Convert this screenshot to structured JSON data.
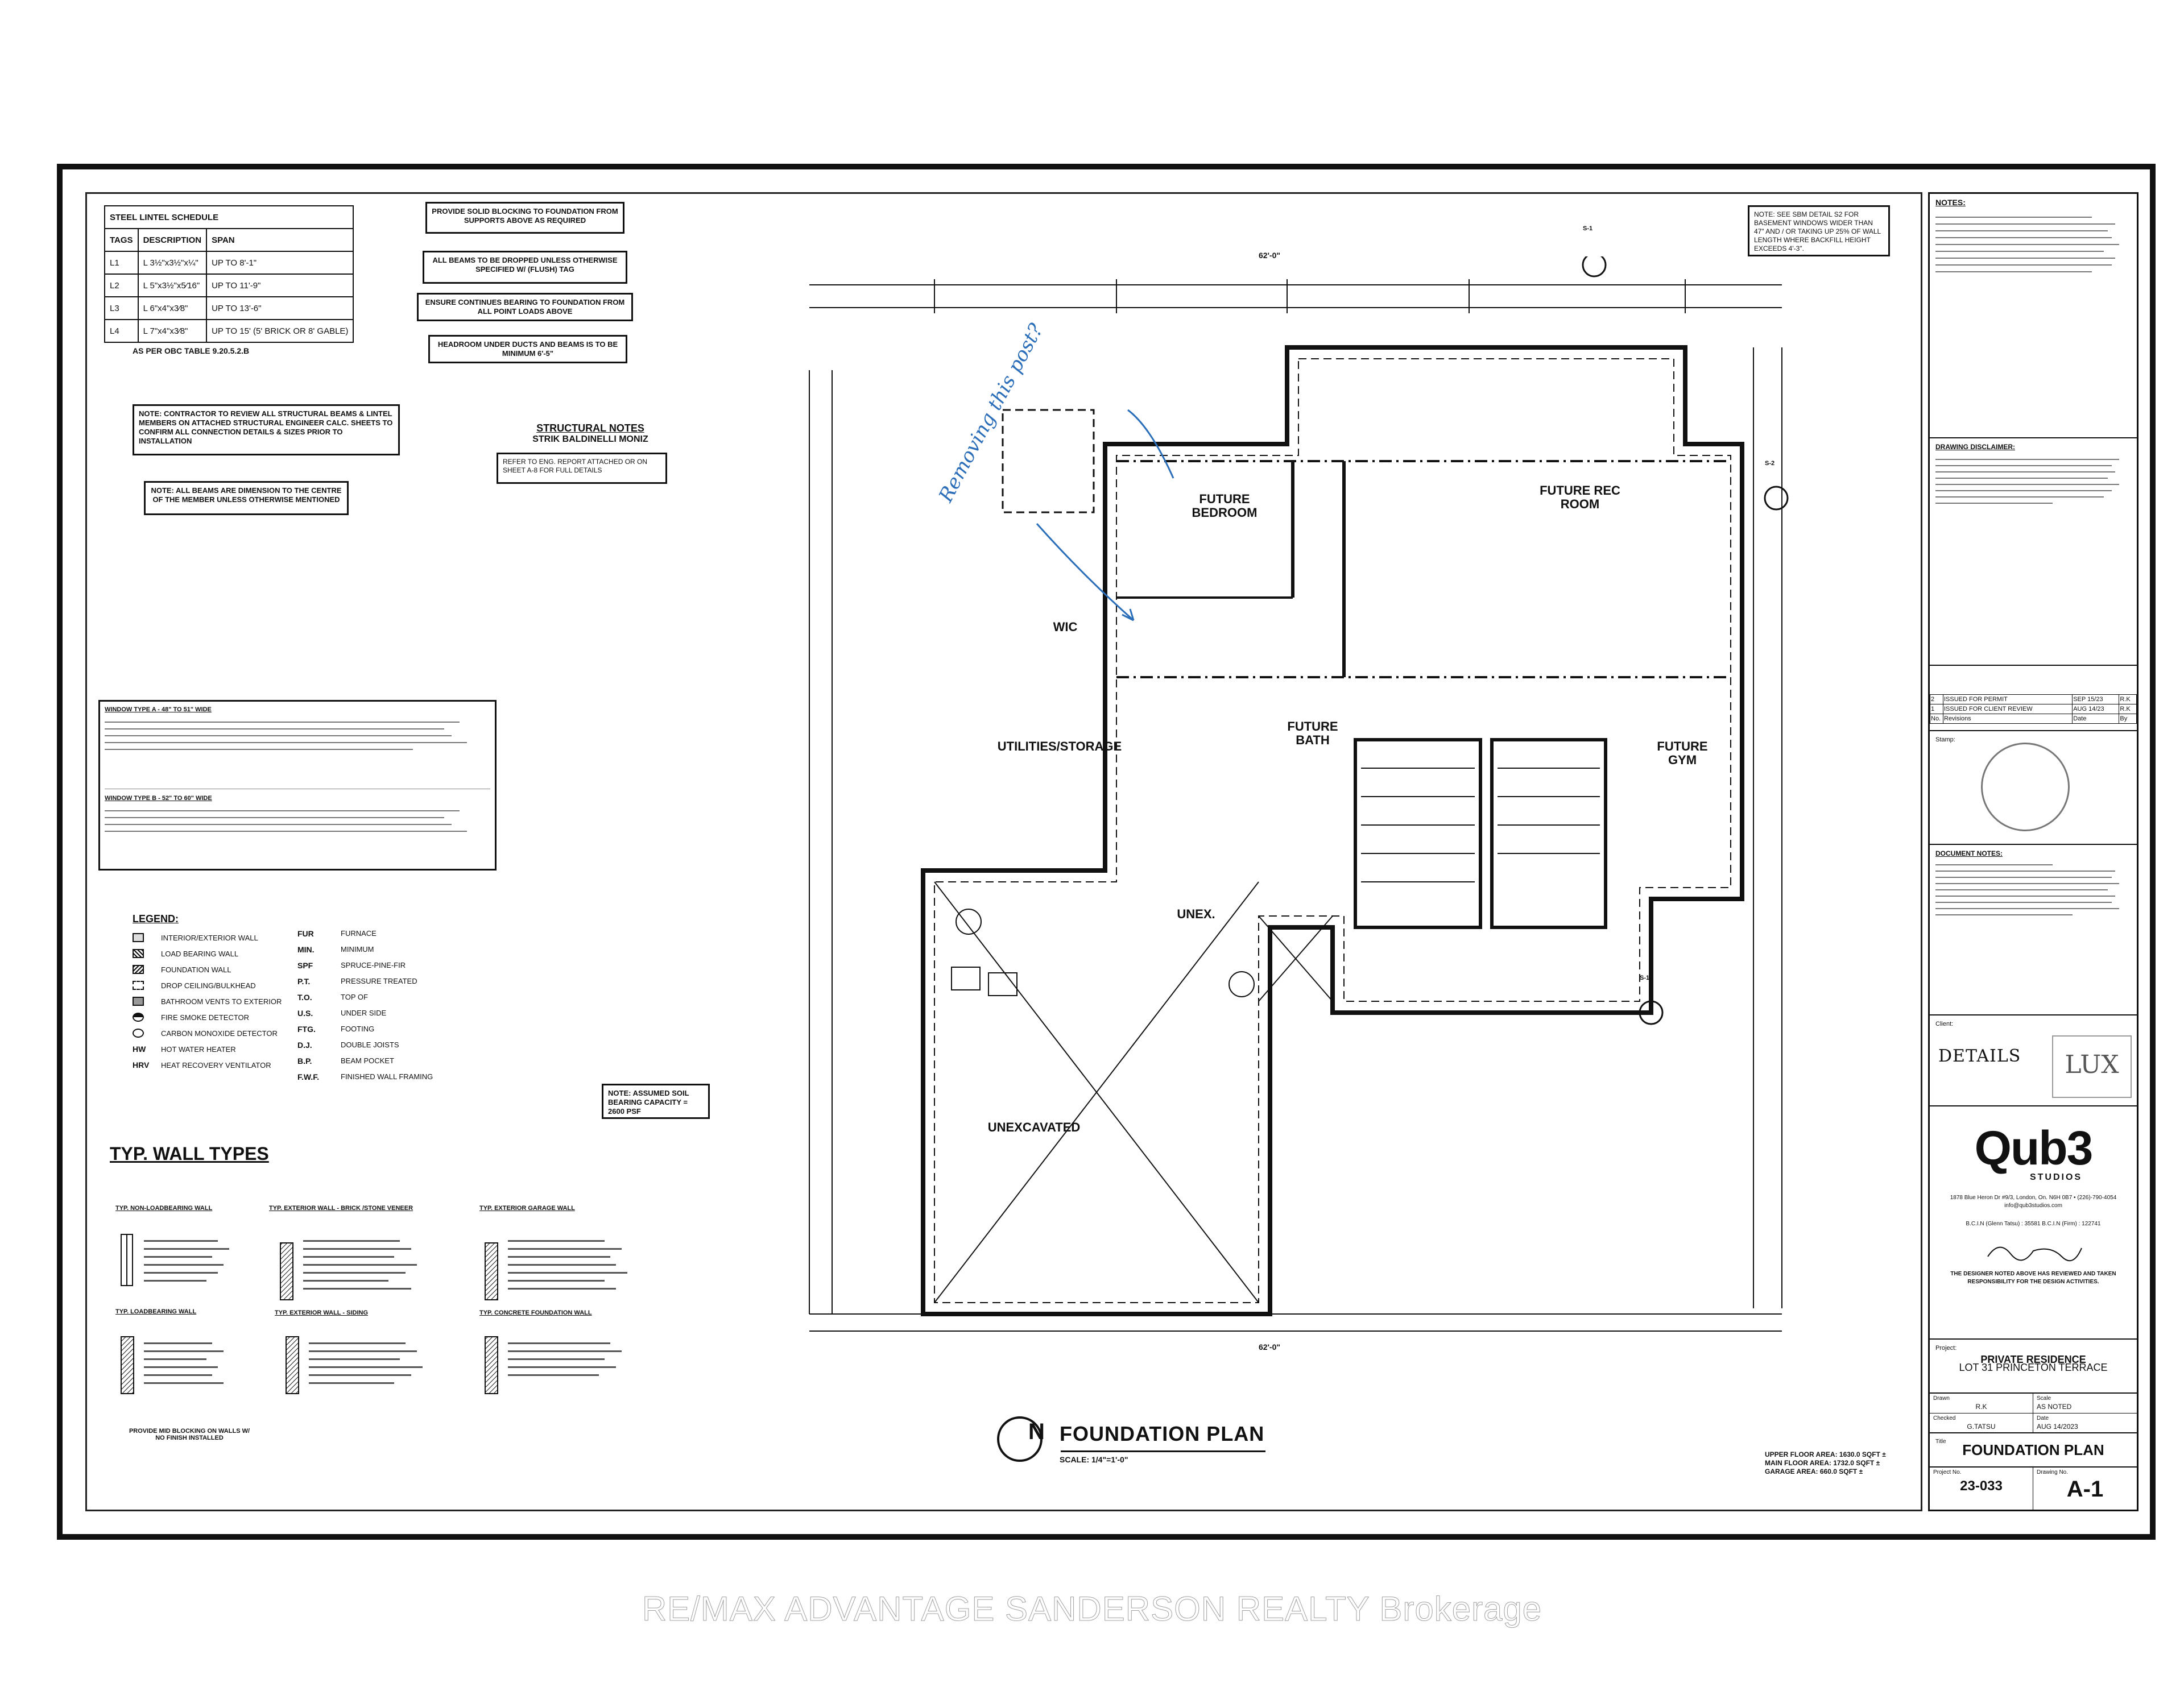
{
  "lintel_schedule": {
    "title": "STEEL LINTEL SCHEDULE",
    "headers": [
      "TAGS",
      "DESCRIPTION",
      "SPAN"
    ],
    "rows": [
      [
        "L1",
        "L 3½\"x3½\"x¼\"",
        "UP TO 8'-1\""
      ],
      [
        "L2",
        "L 5\"x3½\"x5⁄16\"",
        "UP TO 11'-9\""
      ],
      [
        "L3",
        "L 6\"x4\"x3⁄8\"",
        "UP TO 13'-6\""
      ],
      [
        "L4",
        "L 7\"x4\"x3⁄8\"",
        "UP TO 15' (5' BRICK OR 8' GABLE)"
      ]
    ],
    "footnote": "AS PER OBC TABLE 9.20.5.2.B"
  },
  "top_notes": [
    "PROVIDE SOLID BLOCKING TO FOUNDATION FROM SUPPORTS ABOVE AS REQUIRED",
    "ALL BEAMS TO BE DROPPED UNLESS OTHERWISE SPECIFIED w/ (FLUSH) TAG",
    "ENSURE CONTINUES BEARING TO FOUNDATION FROM ALL POINT LOADS ABOVE",
    "HEADROOM UNDER DUCTS AND BEAMS IS TO BE MINIMUM 6'-5\""
  ],
  "contractor_note": "NOTE: CONTRACTOR TO REVIEW ALL STRUCTURAL BEAMS & LINTEL MEMBERS ON ATTACHED STRUCTURAL ENGINEER CALC. SHEETS TO CONFIRM ALL CONNECTION DETAILS & SIZES PRIOR TO INSTALLATION",
  "beam_note": "NOTE: ALL BEAMS ARE DIMENSION TO THE CENTRE OF THE MEMBER UNLESS OTHERWISE MENTIONED",
  "structural_notes": {
    "title": "STRUCTURAL NOTES",
    "subtitle": "STRIK BALDINELLI MONIZ",
    "body": "REFER TO ENG. REPORT ATTACHED OR ON SHEET A-8 FOR FULL DETAILS"
  },
  "sbm_note": "NOTE: SEE SBM DETAIL S2 FOR BASEMENT WINDOWS WIDER THAN 47\" AND / OR TAKING UP 25% OF WALL LENGTH WHERE BACKFILL HEIGHT EXCEEDS 4'-3\".",
  "window_notes": {
    "type_a": "WINDOW TYPE A - 48\" TO 51\" WIDE",
    "type_b": "WINDOW TYPE B - 52\" TO 60\" WIDE"
  },
  "legend": {
    "title": "LEGEND:",
    "items": [
      "INTERIOR/EXTERIOR WALL",
      "LOAD BEARING WALL",
      "FOUNDATION WALL",
      "DROP CEILING/BULKHEAD",
      "BATHROOM VENTS TO EXTERIOR",
      "FIRE SMOKE DETECTOR",
      "CARBON MONOXIDE DETECTOR",
      "HOT WATER HEATER",
      "HEAT RECOVERY VENTILATOR"
    ],
    "item_tags": [
      "",
      "",
      "",
      "",
      "",
      "",
      "",
      "HW",
      "HRV"
    ],
    "abbreviations": [
      [
        "FUR",
        "FURNACE"
      ],
      [
        "MIN.",
        "MINIMUM"
      ],
      [
        "SPF",
        "SPRUCE-PINE-FIR"
      ],
      [
        "P.T.",
        "PRESSURE TREATED"
      ],
      [
        "T.O.",
        "TOP OF"
      ],
      [
        "U.S.",
        "UNDER SIDE"
      ],
      [
        "FTG.",
        "FOOTING"
      ],
      [
        "D.J.",
        "DOUBLE JOISTS"
      ],
      [
        "B.P.",
        "BEAM POCKET"
      ],
      [
        "F.W.F.",
        "FINISHED WALL FRAMING"
      ]
    ]
  },
  "soil_note": "NOTE: ASSUMED SOIL BEARING CAPACITY = 2600 PSF",
  "wall_types": {
    "title": "TYP. WALL TYPES",
    "types": [
      "TYP. NON-LOADBEARING WALL",
      "TYP. EXTERIOR WALL - BRICK /STONE VENEER",
      "TYP. EXTERIOR GARAGE WALL",
      "TYP. LOADBEARING WALL",
      "TYP. EXTERIOR WALL - SIDING",
      "TYP. CONCRETE FOUNDATION WALL"
    ],
    "mid_blocking": "PROVIDE MID BLOCKING ON WALLS W/ NO FINISH INSTALLED"
  },
  "plan": {
    "overall_width": "62'-0\"",
    "rooms": [
      "FUTURE BEDROOM",
      "FUTURE REC ROOM",
      "WIC",
      "UTILITIES/STORAGE",
      "FUTURE BATH",
      "FUTURE GYM",
      "UNEX.",
      "UNEXCAVATED"
    ],
    "handwritten": "Removing this post?",
    "title": "FOUNDATION PLAN",
    "scale": "SCALE: 1/4\"=1'-0\"",
    "north": "N",
    "areas": [
      "UPPER FLOOR AREA: 1630.0 SQFT ±",
      "MAIN FLOOR AREA: 1732.0 SQFT ±",
      "GARAGE AREA: 660.0 SQFT ±"
    ],
    "section_tags": [
      "S-1",
      "S-2",
      "S-1"
    ]
  },
  "title_block": {
    "notes_title": "NOTES:",
    "disclaimer_title": "DRAWING DISCLAIMER:",
    "revisions": [
      [
        "2",
        "ISSUED FOR PERMIT",
        "SEP 15/23",
        "R.K"
      ],
      [
        "1",
        "ISSUED FOR CLIENT REVIEW",
        "AUG 14/23",
        "R.K"
      ]
    ],
    "rev_headers": [
      "No.",
      "Revisions",
      "Date",
      "By"
    ],
    "stamp_label": "Stamp:",
    "doc_notes_title": "DOCUMENT NOTES:",
    "client_label": "Client:",
    "client_logos": [
      "DETAILS",
      "LUX"
    ],
    "firm": "Qub3",
    "firm_sub": "STUDIOS",
    "firm_address": "1878 Blue Heron Dr #9/3, London, On. N6H 0B7 • (226)-790-4054",
    "firm_email": "info@qub3studios.com",
    "bcin": "B.C.I.N (Glenn Tatsu) : 35581        B.C.I.N (Firm) : 122741",
    "designer_note": "THE DESIGNER NOTED ABOVE HAS REVIEWED AND TAKEN RESPONSIBILITY FOR THE DESIGN ACTIVITIES.",
    "project_label": "Project:",
    "project": "PRIVATE RESIDENCE",
    "project_lot": "LOT 31 PRINCETON TERRACE",
    "drawn_label": "Drawn",
    "drawn": "R.K",
    "scale_label": "Scale",
    "scale": "AS NOTED",
    "checked_label": "Checked",
    "checked": "G.TATSU",
    "date_label": "Date",
    "date": "AUG 14/2023",
    "title_label": "Title",
    "title": "FOUNDATION PLAN",
    "project_no_label": "Project No.",
    "project_no": "23-033",
    "drawing_no_label": "Drawing No.",
    "drawing_no": "A-1"
  },
  "watermark": "RE/MAX ADVANTAGE SANDERSON REALTY  Brokerage"
}
